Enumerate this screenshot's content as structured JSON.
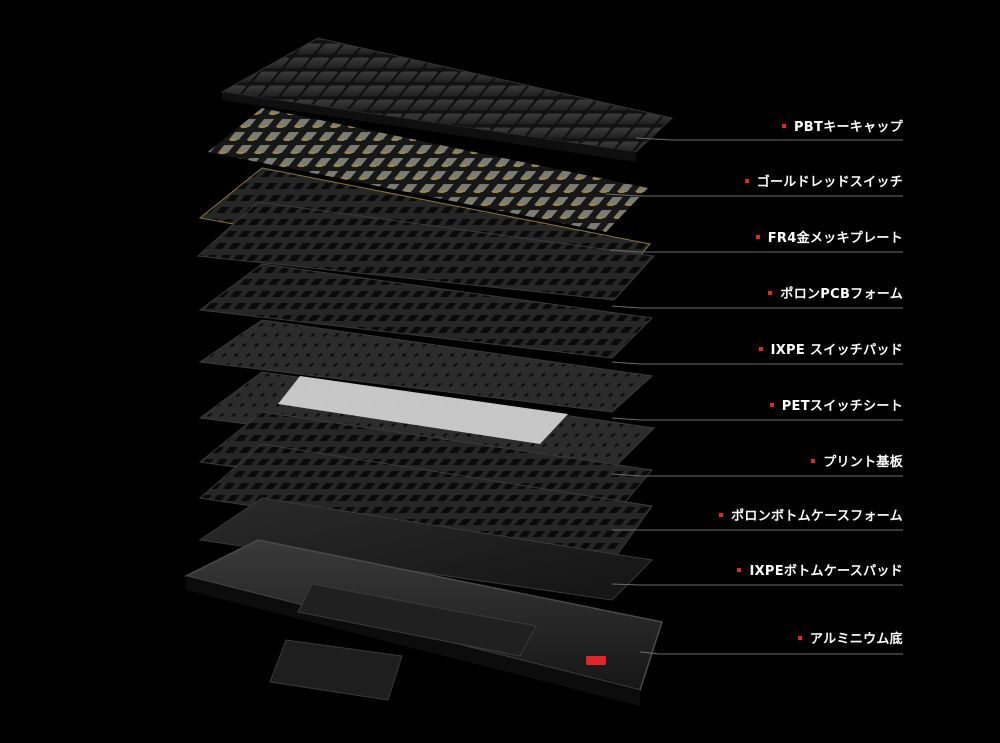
{
  "colors": {
    "background": "#000000",
    "accent": "#e0262b",
    "leader_line": "#6b6b6b",
    "label_text": "#ffffff"
  },
  "layers": [
    {
      "label": "PBTキーキャップ",
      "icon": "keycaps-layer"
    },
    {
      "label": "ゴールドレッドスイッチ",
      "icon": "switches-layer"
    },
    {
      "label": "FR4金メッキプレート",
      "icon": "plate-layer"
    },
    {
      "label": "ポロンPCBフォーム",
      "icon": "foam-layer"
    },
    {
      "label": "IXPE スイッチパッド",
      "icon": "pad-layer"
    },
    {
      "label": "PETスイッチシート",
      "icon": "sheet-layer"
    },
    {
      "label": "プリント基板",
      "icon": "pcb-layer"
    },
    {
      "label": "ポロンボトムケースフォーム",
      "icon": "foam-layer"
    },
    {
      "label": "IXPEボトムケースパッド",
      "icon": "pad-layer"
    },
    {
      "label": "アルミニウム底",
      "icon": "case-layer"
    }
  ]
}
